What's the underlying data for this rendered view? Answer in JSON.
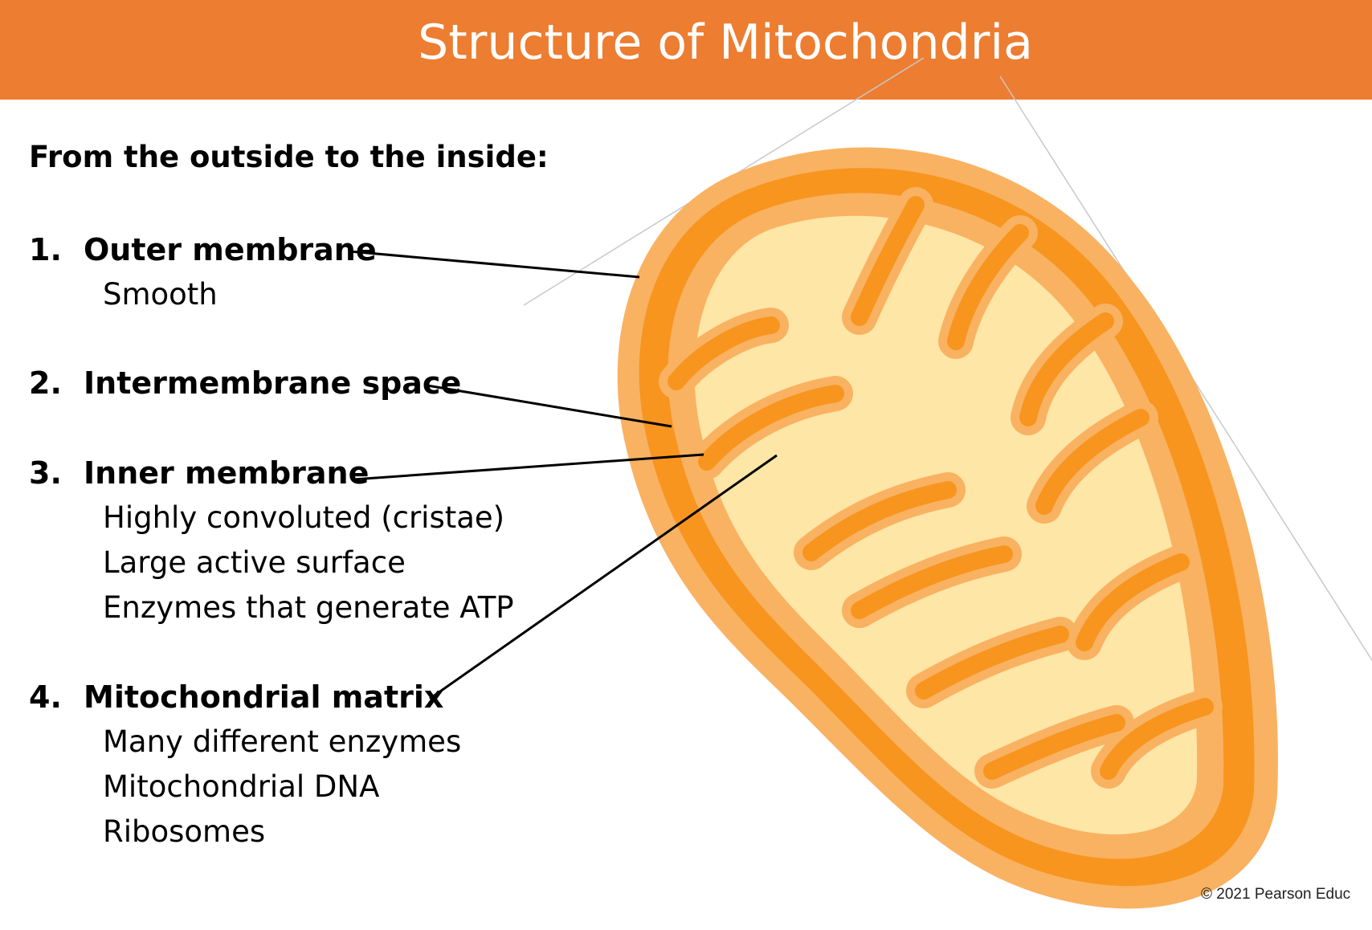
{
  "title": "Structure of Mitochondria",
  "intro": "From the outside to the inside:",
  "items": [
    {
      "number": "1.",
      "label": "Outer membrane",
      "details": [
        "Smooth"
      ]
    },
    {
      "number": "2.",
      "label": "Intermembrane space",
      "details": []
    },
    {
      "number": "3.",
      "label": "Inner membrane",
      "details": [
        "Highly convoluted (cristae)",
        "Large active surface",
        "Enzymes that generate ATP"
      ]
    },
    {
      "number": "4.",
      "label": "Mitochondrial matrix",
      "details": [
        "Many different enzymes",
        "Mitochondrial DNA",
        "Ribosomes"
      ]
    }
  ],
  "copyright": "© 2021  Pearson Educ",
  "colors": {
    "title_bar": "#ED7D31",
    "outer_membrane": "#F9B262",
    "intermembrane_space": "#F7951F",
    "inner_membrane": "#F9B262",
    "matrix": "#FEE6A6"
  }
}
